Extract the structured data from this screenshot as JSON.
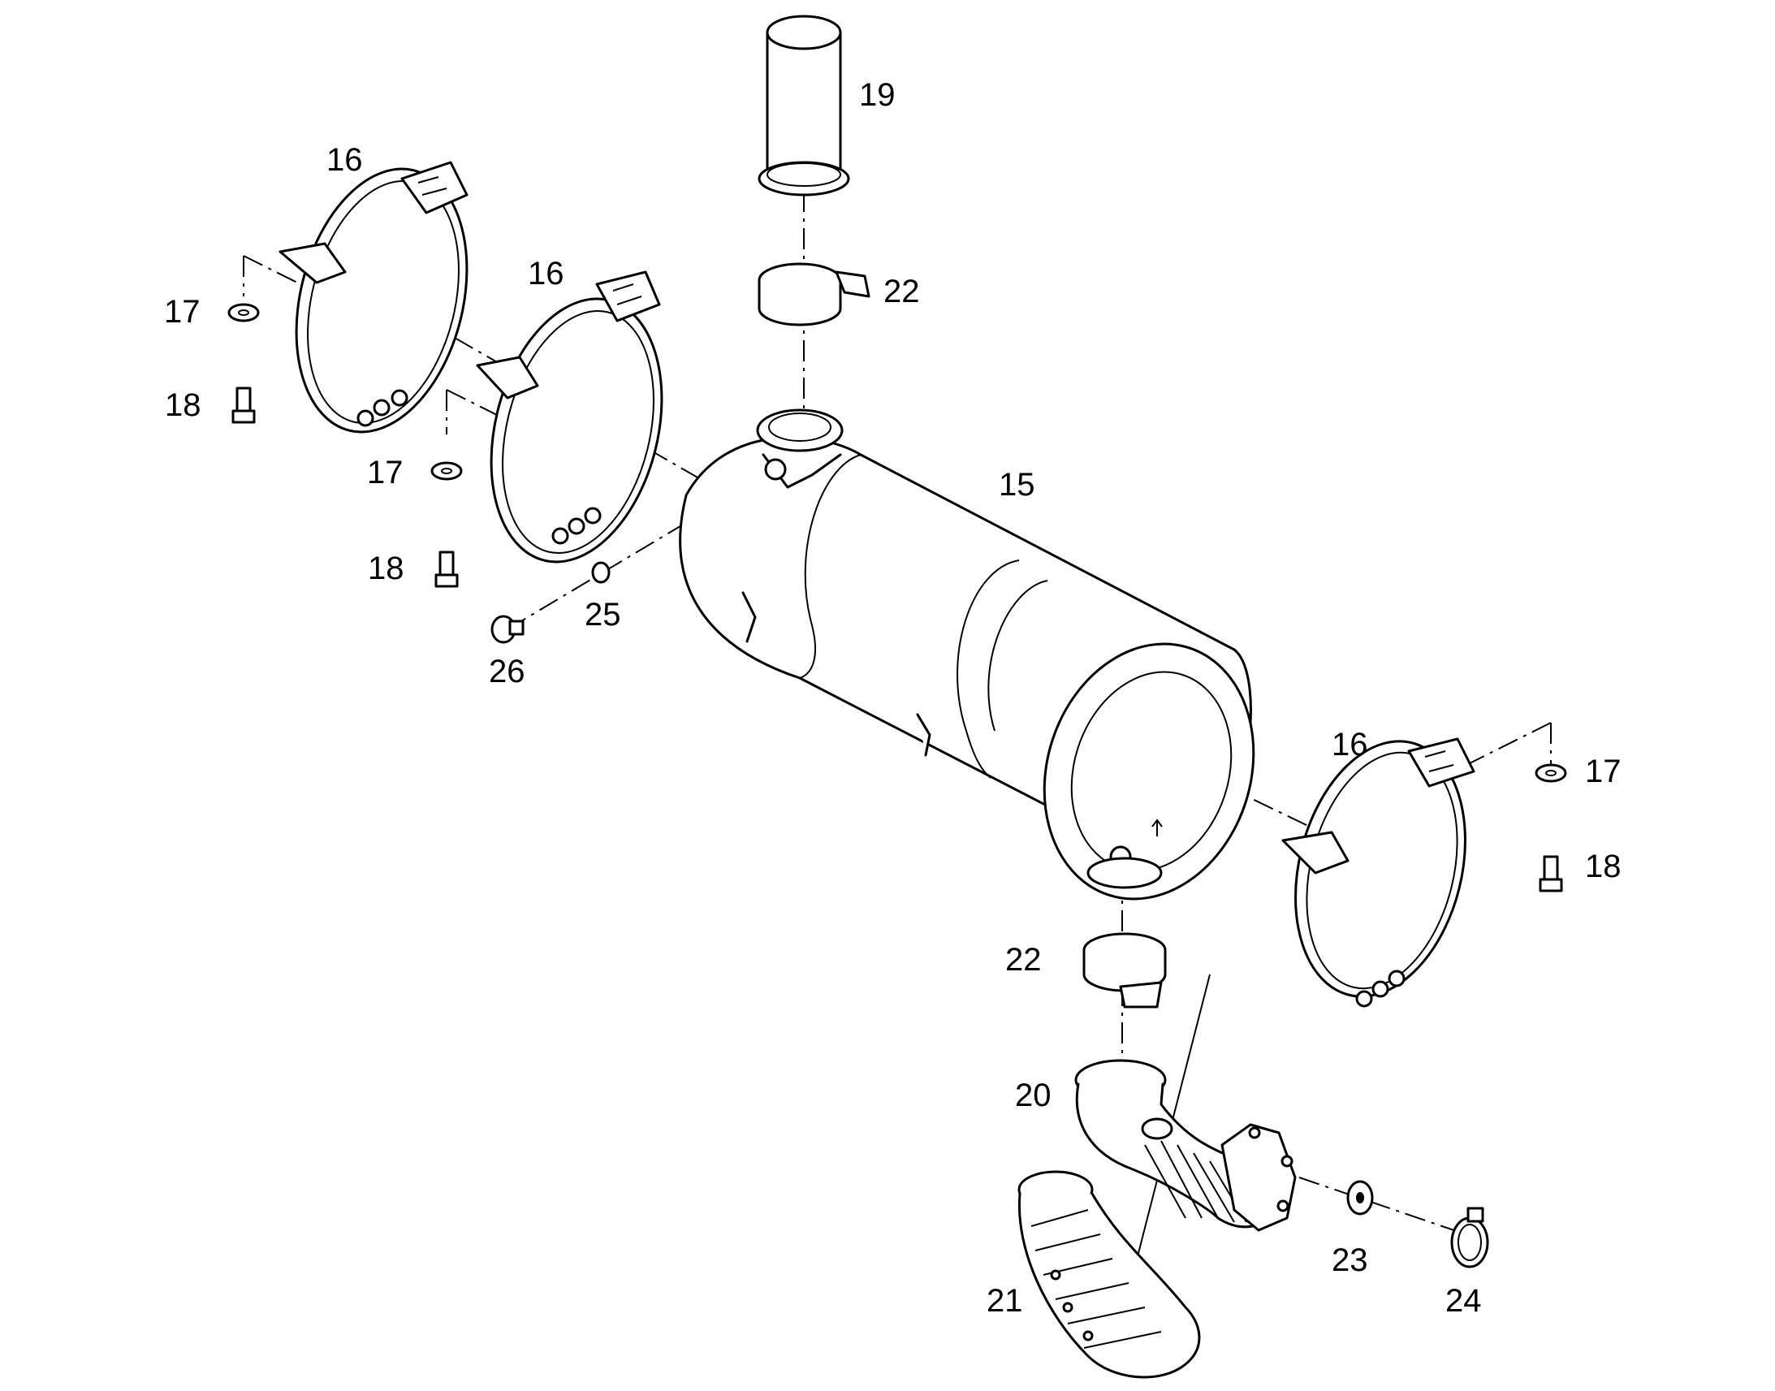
{
  "callouts": {
    "c15": "15",
    "c16a": "16",
    "c16b": "16",
    "c16c": "16",
    "c17a": "17",
    "c17b": "17",
    "c17c": "17",
    "c18a": "18",
    "c18b": "18",
    "c18c": "18",
    "c19": "19",
    "c20": "20",
    "c21": "21",
    "c22a": "22",
    "c22b": "22",
    "c23": "23",
    "c24": "24",
    "c25": "25",
    "c26": "26"
  }
}
